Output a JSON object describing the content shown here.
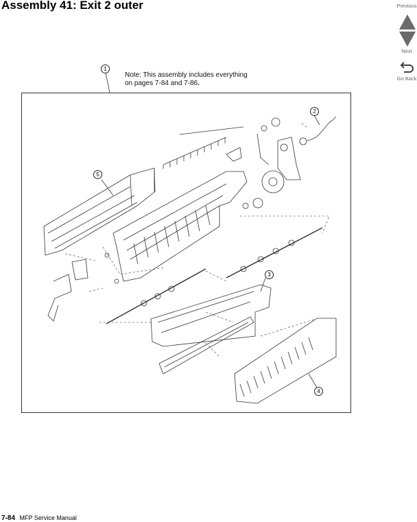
{
  "header": {
    "title": "Assembly 41:  Exit 2 outer"
  },
  "nav": {
    "previous_label": "Previous",
    "next_label": "Next",
    "go_back_label": "Go Back"
  },
  "note": {
    "line1": "Note: This assembly includes everything",
    "line2_prefix": "on pages 7-84 and 7-86",
    "line2_suffix": "."
  },
  "callouts": [
    "1",
    "2",
    "3",
    "4",
    "5"
  ],
  "footer": {
    "page_number": "7-84",
    "manual_title": "MFP Service Manual"
  },
  "colors": {
    "nav_arrow": "#6b6b6b",
    "line": "#333333"
  }
}
